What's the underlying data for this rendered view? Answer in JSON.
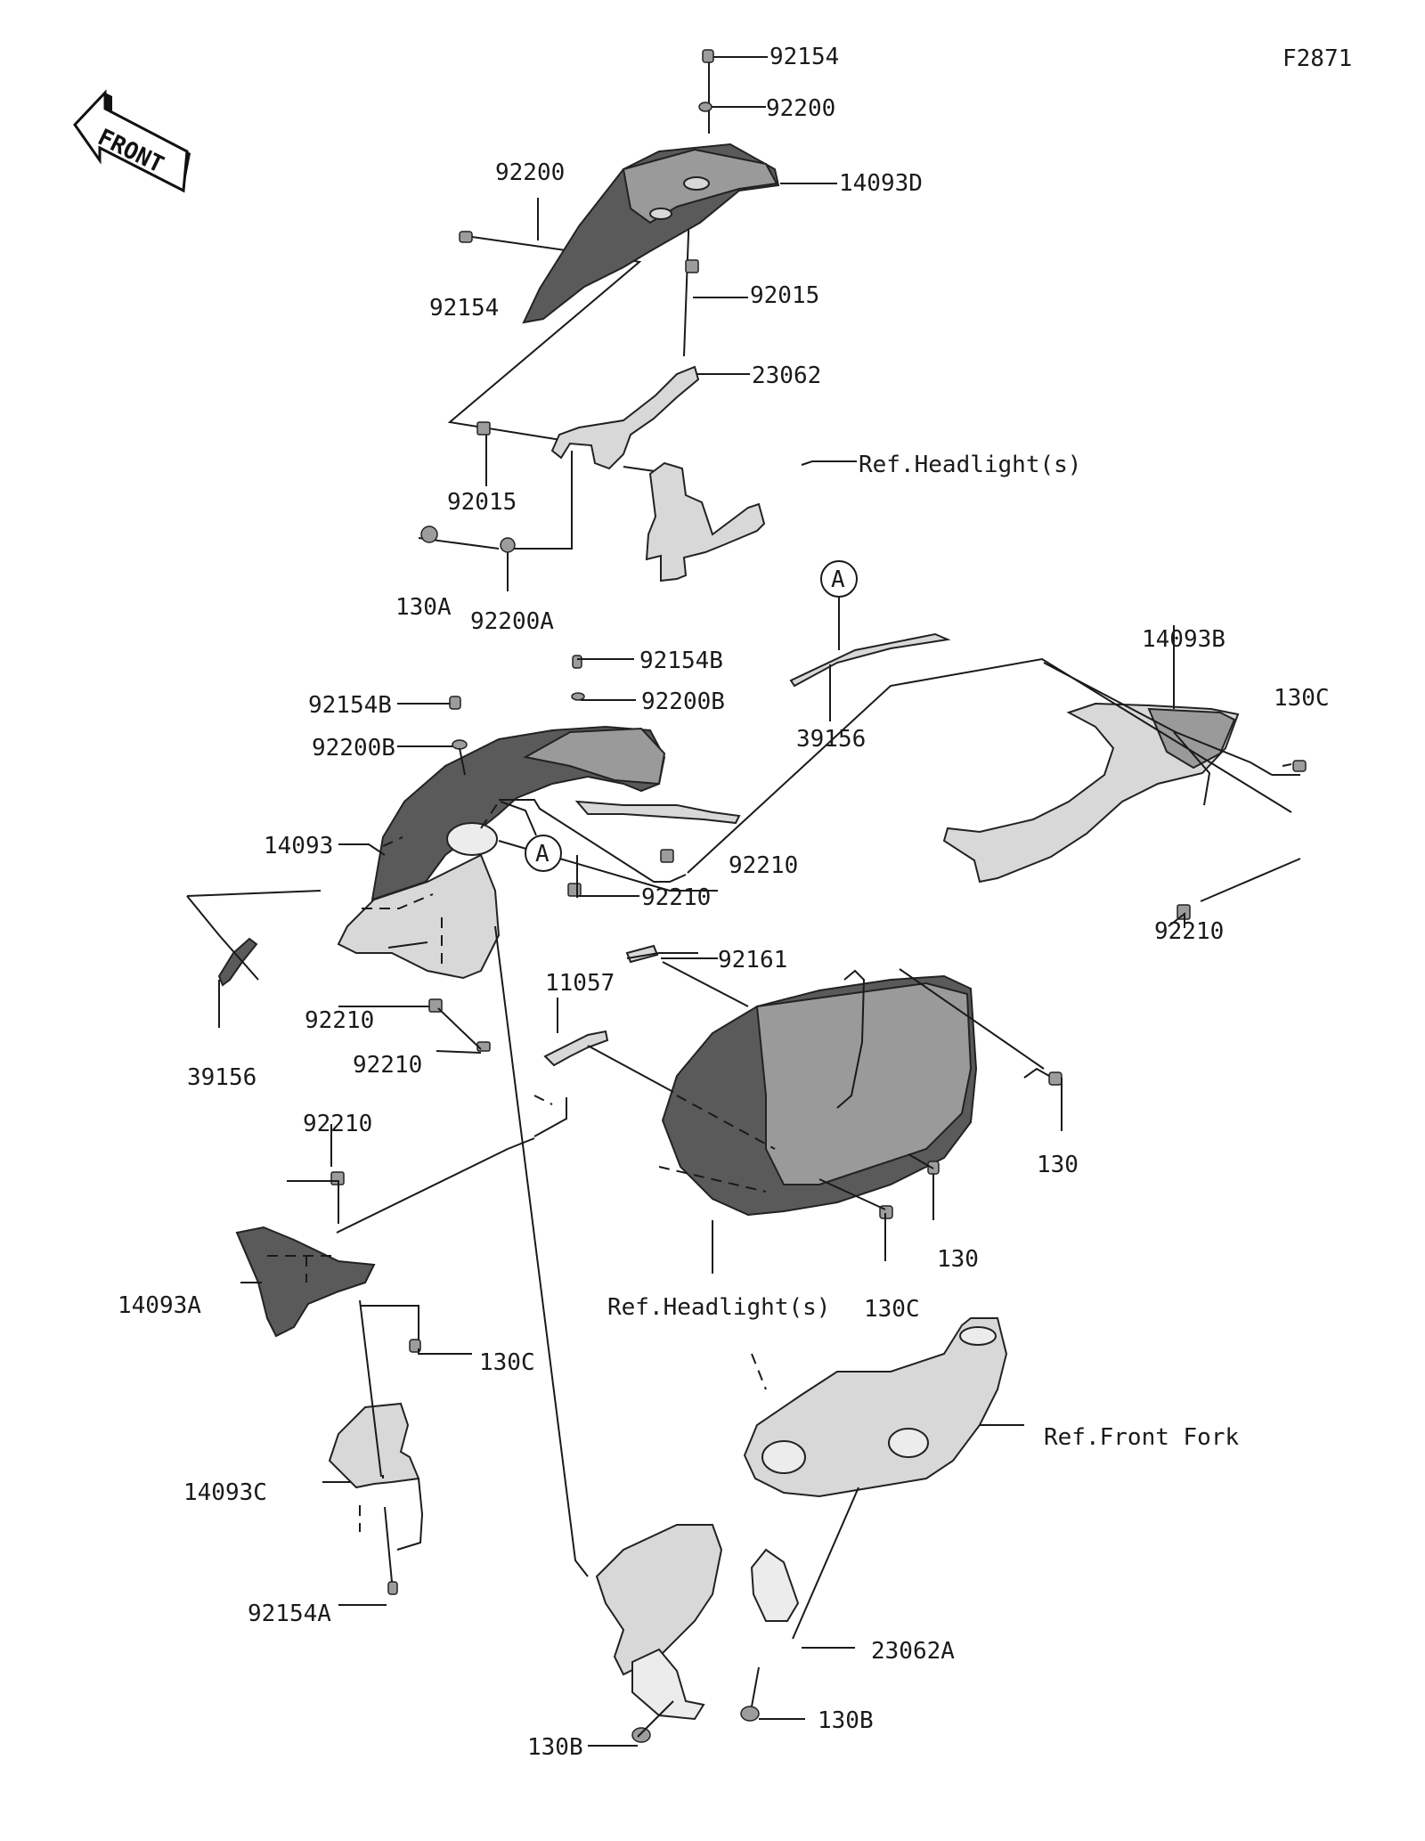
{
  "diagram_id": "F2871",
  "front_label": "FRONT",
  "ref_marker": "A",
  "labels": {
    "p92154_top": "92154",
    "p92200_top": "92200",
    "p14093D": "14093D",
    "p92200_left": "92200",
    "p92154_left": "92154",
    "p92015_right": "92015",
    "p23062": "23062",
    "ref_headlight_top": "Ref.Headlight(s)",
    "p92015_left": "92015",
    "p130A": "130A",
    "p92200A": "92200A",
    "p39156_top": "39156",
    "p92154B_right": "92154B",
    "p92200B_right": "92200B",
    "p92154B_left": "92154B",
    "p92200B_left": "92200B",
    "p14093B": "14093B",
    "p130C_right": "130C",
    "p14093": "14093",
    "p92210_a": "92210",
    "p92210_b": "92210",
    "p92210_right": "92210",
    "p92161": "92161",
    "p11057": "11057",
    "p92210_c": "92210",
    "p92210_d": "92210",
    "p39156_left": "39156",
    "p130_right": "130",
    "p92210_e": "92210",
    "p130_mid": "130",
    "p14093A": "14093A",
    "ref_headlight_bottom": "Ref.Headlight(s)",
    "p130C_mid": "130C",
    "p130C_left": "130C",
    "ref_front_fork": "Ref.Front Fork",
    "p14093C": "14093C",
    "p92154A": "92154A",
    "p23062A": "23062A",
    "p130B_right": "130B",
    "p130B_left": "130B"
  }
}
